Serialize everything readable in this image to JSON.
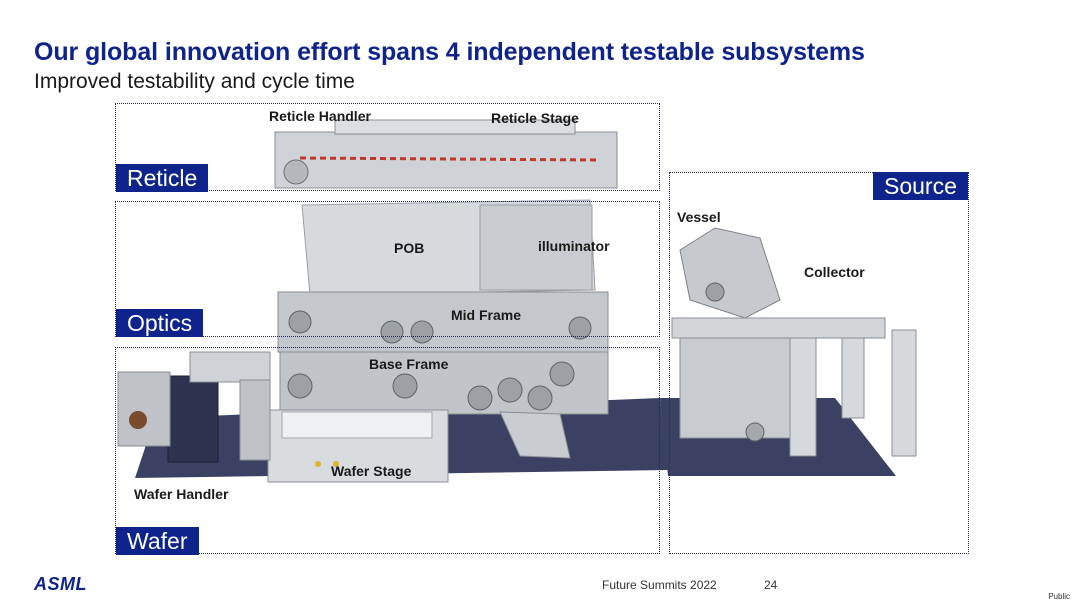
{
  "header": {
    "title": "Our global innovation effort spans 4 independent testable subsystems",
    "subtitle": "Improved testability and cycle time"
  },
  "subsystems": {
    "reticle": "Reticle",
    "optics": "Optics",
    "wafer": "Wafer",
    "source": "Source"
  },
  "labels": {
    "reticle_handler": "Reticle Handler",
    "reticle_stage": "Reticle Stage",
    "pob": "POB",
    "illuminator": "illuminator",
    "mid_frame": "Mid Frame",
    "base_frame": "Base Frame",
    "wafer_stage": "Wafer Stage",
    "wafer_handler": "Wafer Handler",
    "vessel": "Vessel",
    "collector": "Collector"
  },
  "footer": {
    "logo": "ASML",
    "event": "Future Summits 2022",
    "page": "24",
    "classification": "Public"
  },
  "colors": {
    "brand_blue": "#0f238c",
    "floor": "#3b4162",
    "machine_gray": "#cfd2d6"
  }
}
